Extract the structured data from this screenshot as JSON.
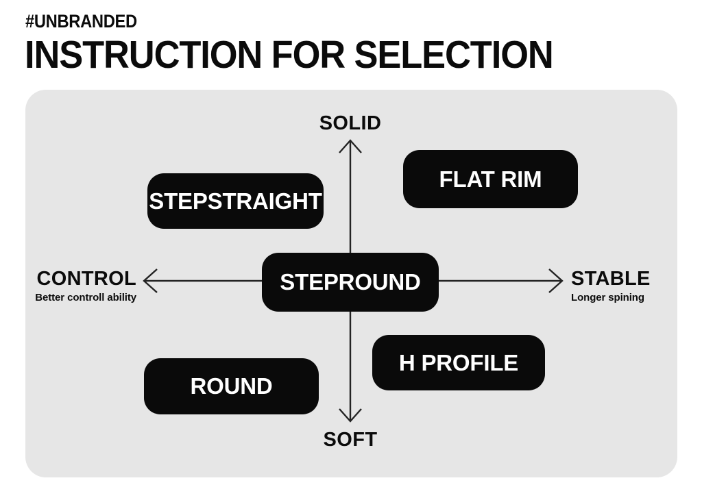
{
  "header": {
    "eyebrow": "#UNBRANDED",
    "title": "INSTRUCTION FOR SELECTION"
  },
  "colors": {
    "panel_background": "#e6e6e6",
    "page_background": "#ffffff",
    "pill_fill": "#0a0a0a",
    "pill_text": "#ffffff",
    "text": "#0b0b0b",
    "axis_line": "#232323"
  },
  "chart_data": {
    "type": "scatter",
    "title": "INSTRUCTION FOR SELECTION",
    "xlabel": "",
    "ylabel": "",
    "grid": false,
    "legend": "none",
    "axes": {
      "x": {
        "negative_label": "CONTROL",
        "negative_sublabel": "Better controll ability",
        "positive_label": "STABLE",
        "positive_sublabel": "Longer spining",
        "arrows": "both"
      },
      "y": {
        "positive_label": "SOLID",
        "negative_label": "SOFT",
        "arrows": "both"
      }
    },
    "items": [
      {
        "label": "STEPSTRAIGHT",
        "quadrant": "control-solid"
      },
      {
        "label": "FLAT RIM",
        "quadrant": "stable-solid"
      },
      {
        "label": "STEPROUND",
        "quadrant": "center"
      },
      {
        "label": "H PROFILE",
        "quadrant": "stable-soft"
      },
      {
        "label": "ROUND",
        "quadrant": "control-soft"
      }
    ]
  },
  "axis_labels": {
    "solid": "SOLID",
    "soft": "SOFT",
    "control": "CONTROL",
    "control_sub": "Better controll ability",
    "stable": "STABLE",
    "stable_sub": "Longer spining"
  },
  "pills": {
    "stepstraight": "STEPSTRAIGHT",
    "flat_rim": "FLAT RIM",
    "stepround": "STEPROUND",
    "h_profile": "H PROFILE",
    "round": "ROUND"
  }
}
